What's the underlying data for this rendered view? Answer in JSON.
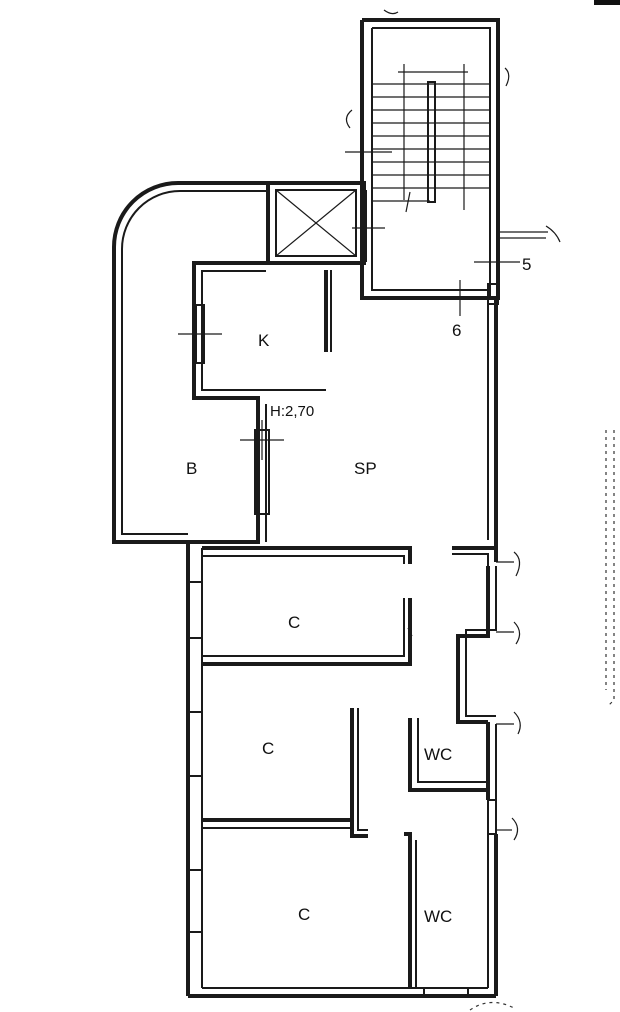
{
  "rooms": {
    "kitchen": "K",
    "balcony": "B",
    "living": "SP",
    "bedroom_1": "C",
    "bedroom_2": "C",
    "bedroom_3": "C",
    "wc_1": "WC",
    "wc_2": "WC"
  },
  "annotations": {
    "height": "H:2,70",
    "marker_5": "5",
    "marker_6": "6"
  },
  "colors": {
    "line": "#1a1a1a",
    "paper": "#ffffff"
  }
}
